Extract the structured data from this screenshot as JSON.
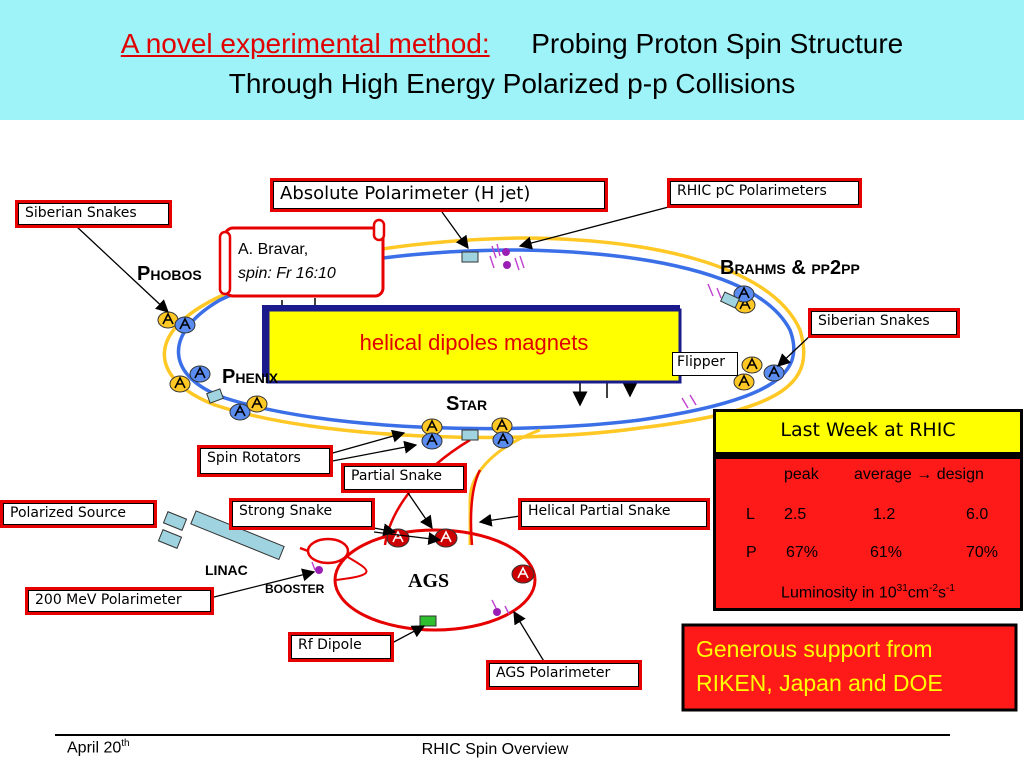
{
  "title": {
    "lead": "A novel experimental method:",
    "rest1": "Probing Proton Spin Structure",
    "line2": "Through High Energy Polarized p-p Collisions"
  },
  "labels": {
    "absolute_polarimeter": "Absolute Polarimeter (H jet)",
    "rhic_pc_polarimeters": "RHIC pC Polarimeters",
    "siberian_snakes_left": "Siberian Snakes",
    "siberian_snakes_right": "Siberian Snakes",
    "spin_rotators": "Spin Rotators",
    "partial_snake": "Partial Snake",
    "helical_partial_snake": "Helical Partial Snake",
    "polarized_source": "Polarized Source",
    "strong_snake": "Strong Snake",
    "mev_polarimeter": "200 MeV Polarimeter",
    "rf_dipole": "Rf Dipole",
    "ags_polarimeter": "AGS Polarimeter",
    "flipper": "Flipper"
  },
  "note": {
    "line1": "A. Bravar,",
    "line2": "spin: Fr 16:10"
  },
  "experiments": {
    "phobos": "Phobos",
    "phenix": "Phenix",
    "star": "Star",
    "brahms": "Brahms & pp2pp"
  },
  "facility": {
    "linac": "LINAC",
    "booster": "BOOSTER",
    "ags": "AGS"
  },
  "banner": "helical dipoles magnets",
  "last_week": {
    "heading": "Last Week at RHIC",
    "columns": [
      "peak",
      "average → design"
    ],
    "rows": [
      {
        "label": "L",
        "peak": "2.5",
        "average": "1.2",
        "design": "6.0"
      },
      {
        "label": "P",
        "peak": "67%",
        "average": "61%",
        "design": "70%"
      }
    ],
    "lum_prefix": "Luminosity in 10",
    "lum_exp": "31",
    "lum_cm": "cm",
    "lum_cm_exp": "-2",
    "lum_s": "s",
    "lum_s_exp": "-1"
  },
  "support": {
    "line1": "Generous support from",
    "line2": "RIKEN, Japan and DOE"
  },
  "footer": {
    "date": "April 20",
    "date_sup": "th",
    "center": "RHIC Spin Overview"
  },
  "colors": {
    "title_band": "#9ef3f8",
    "title_red": "#e00000",
    "ring_yellow": "#ffc825",
    "ring_blue": "#3a6fe8",
    "transfer_red": "#e60000",
    "banner_yellow": "#ffff00",
    "banner_navy": "#1a1a8c",
    "table_red": "#ff1a1a",
    "table_head": "#ffff00"
  }
}
